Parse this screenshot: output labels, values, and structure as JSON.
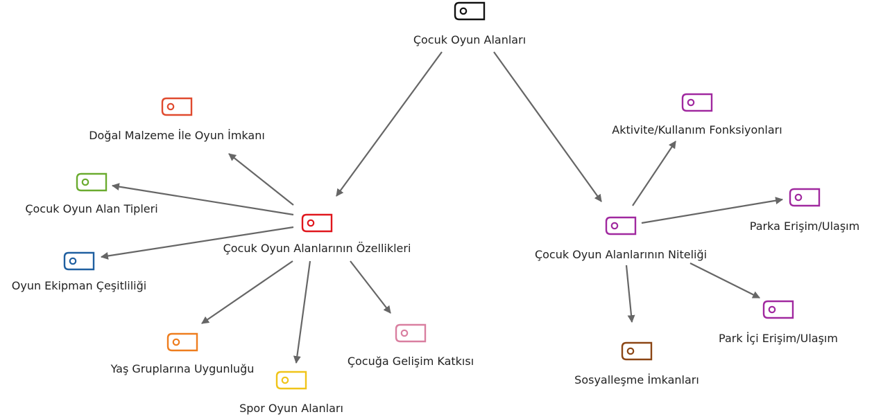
{
  "colors": {
    "edge": "#666666",
    "black": "#111111",
    "red": "#e0161c",
    "red_orange": "#e04a2e",
    "green": "#6aab2f",
    "blue": "#1f5fa0",
    "orange": "#ee7d1e",
    "yellow": "#f0c419",
    "pink": "#d97fa0",
    "purple": "#a0289f",
    "brown": "#8b4513"
  },
  "nodes": [
    {
      "id": "root",
      "label": "Çocuk Oyun Alanları",
      "color": "black",
      "icon": "code-tag-icon"
    },
    {
      "id": "ozellikler",
      "label": "Çocuk Oyun Alanlarının Özellikleri",
      "color": "red",
      "icon": "code-tag-icon"
    },
    {
      "id": "nitelik",
      "label": "Çocuk Oyun Alanlarının Niteliği",
      "color": "purple",
      "icon": "code-tag-icon"
    },
    {
      "id": "dogal",
      "label": "Doğal Malzeme İle Oyun İmkanı",
      "color": "red_orange",
      "icon": "code-tag-icon"
    },
    {
      "id": "tipler",
      "label": "Çocuk Oyun Alan Tipleri",
      "color": "green",
      "icon": "code-tag-icon"
    },
    {
      "id": "ekipman",
      "label": "Oyun Ekipman Çeşitliliği",
      "color": "blue",
      "icon": "code-tag-icon"
    },
    {
      "id": "yas",
      "label": "Yaş Gruplarına Uygunluğu",
      "color": "orange",
      "icon": "code-tag-icon"
    },
    {
      "id": "spor",
      "label": "Spor Oyun Alanları",
      "color": "yellow",
      "icon": "code-tag-icon"
    },
    {
      "id": "gelisim",
      "label": "Çocuğa Gelişim Katkısı",
      "color": "pink",
      "icon": "code-tag-icon"
    },
    {
      "id": "aktivite",
      "label": "Aktivite/Kullanım Fonksiyonları",
      "color": "purple",
      "icon": "code-tag-icon"
    },
    {
      "id": "parka",
      "label": "Parka Erişim/Ulaşım",
      "color": "purple",
      "icon": "code-tag-icon"
    },
    {
      "id": "parkici",
      "label": "Park İçi Erişim/Ulaşım",
      "color": "purple",
      "icon": "code-tag-icon"
    },
    {
      "id": "sosyal",
      "label": "Sosyalleşme İmkanları",
      "color": "brown",
      "icon": "code-tag-icon"
    }
  ],
  "edges": [
    {
      "from": "root",
      "to": "ozellikler"
    },
    {
      "from": "root",
      "to": "nitelik"
    },
    {
      "from": "ozellikler",
      "to": "dogal"
    },
    {
      "from": "ozellikler",
      "to": "tipler"
    },
    {
      "from": "ozellikler",
      "to": "ekipman"
    },
    {
      "from": "ozellikler",
      "to": "yas"
    },
    {
      "from": "ozellikler",
      "to": "spor"
    },
    {
      "from": "ozellikler",
      "to": "gelisim"
    },
    {
      "from": "nitelik",
      "to": "aktivite"
    },
    {
      "from": "nitelik",
      "to": "parka"
    },
    {
      "from": "nitelik",
      "to": "parkici"
    },
    {
      "from": "nitelik",
      "to": "sosyal"
    }
  ]
}
